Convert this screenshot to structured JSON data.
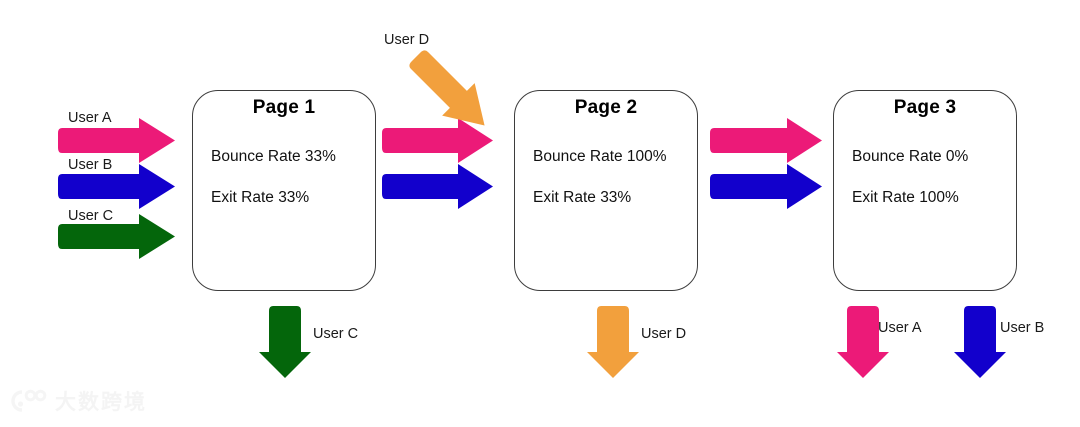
{
  "diagram": {
    "type": "flow-diagram",
    "title_visible": false,
    "colors": {
      "pink": "#ec1a78",
      "blue": "#1200cc",
      "green": "#04660b",
      "orange": "#f2a03d",
      "box_border": "#3d3d3d",
      "text": "#111111",
      "background": "#ffffff"
    }
  },
  "pages": [
    {
      "id": "page-1",
      "title": "Page 1",
      "bounce_rate": "Bounce Rate 33%",
      "exit_rate": "Exit Rate 33%"
    },
    {
      "id": "page-2",
      "title": "Page 2",
      "bounce_rate": "Bounce Rate 100%",
      "exit_rate": "Exit Rate 33%"
    },
    {
      "id": "page-3",
      "title": "Page 3",
      "bounce_rate": "Bounce Rate 0%",
      "exit_rate": "Exit Rate 100%"
    }
  ],
  "labels": {
    "entry_user_a": "User A",
    "entry_user_b": "User B",
    "entry_user_c": "User C",
    "entry_user_d": "User D",
    "exit_user_c": "User C",
    "exit_user_d": "User D",
    "exit_user_a": "User A",
    "exit_user_b": "User B"
  },
  "flows": [
    {
      "name": "user-a-entry",
      "user": "User A",
      "color": "#ec1a78",
      "direction": "right",
      "from": "outside",
      "to": "Page 1"
    },
    {
      "name": "user-b-entry",
      "user": "User B",
      "color": "#1200cc",
      "direction": "right",
      "from": "outside",
      "to": "Page 1"
    },
    {
      "name": "user-c-entry",
      "user": "User C",
      "color": "#04660b",
      "direction": "right",
      "from": "outside",
      "to": "Page 1"
    },
    {
      "name": "user-d-entry",
      "user": "User D",
      "color": "#f2a03d",
      "direction": "down-right",
      "from": "outside",
      "to": "Page 2"
    },
    {
      "name": "user-a-p1-p2",
      "user": "User A",
      "color": "#ec1a78",
      "direction": "right",
      "from": "Page 1",
      "to": "Page 2"
    },
    {
      "name": "user-b-p1-p2",
      "user": "User B",
      "color": "#1200cc",
      "direction": "right",
      "from": "Page 1",
      "to": "Page 2"
    },
    {
      "name": "user-a-p2-p3",
      "user": "User A",
      "color": "#ec1a78",
      "direction": "right",
      "from": "Page 2",
      "to": "Page 3"
    },
    {
      "name": "user-b-p2-p3",
      "user": "User B",
      "color": "#1200cc",
      "direction": "right",
      "from": "Page 2",
      "to": "Page 3"
    },
    {
      "name": "user-c-exit",
      "user": "User C",
      "color": "#04660b",
      "direction": "down",
      "from": "Page 1",
      "to": "exit"
    },
    {
      "name": "user-d-exit",
      "user": "User D",
      "color": "#f2a03d",
      "direction": "down",
      "from": "Page 2",
      "to": "exit"
    },
    {
      "name": "user-a-exit",
      "user": "User A",
      "color": "#ec1a78",
      "direction": "down",
      "from": "Page 3",
      "to": "exit"
    },
    {
      "name": "user-b-exit",
      "user": "User B",
      "color": "#1200cc",
      "direction": "down",
      "from": "Page 3",
      "to": "exit"
    }
  ],
  "watermark": {
    "text": "大数跨境",
    "logo_icon": "circles-logo-icon"
  }
}
